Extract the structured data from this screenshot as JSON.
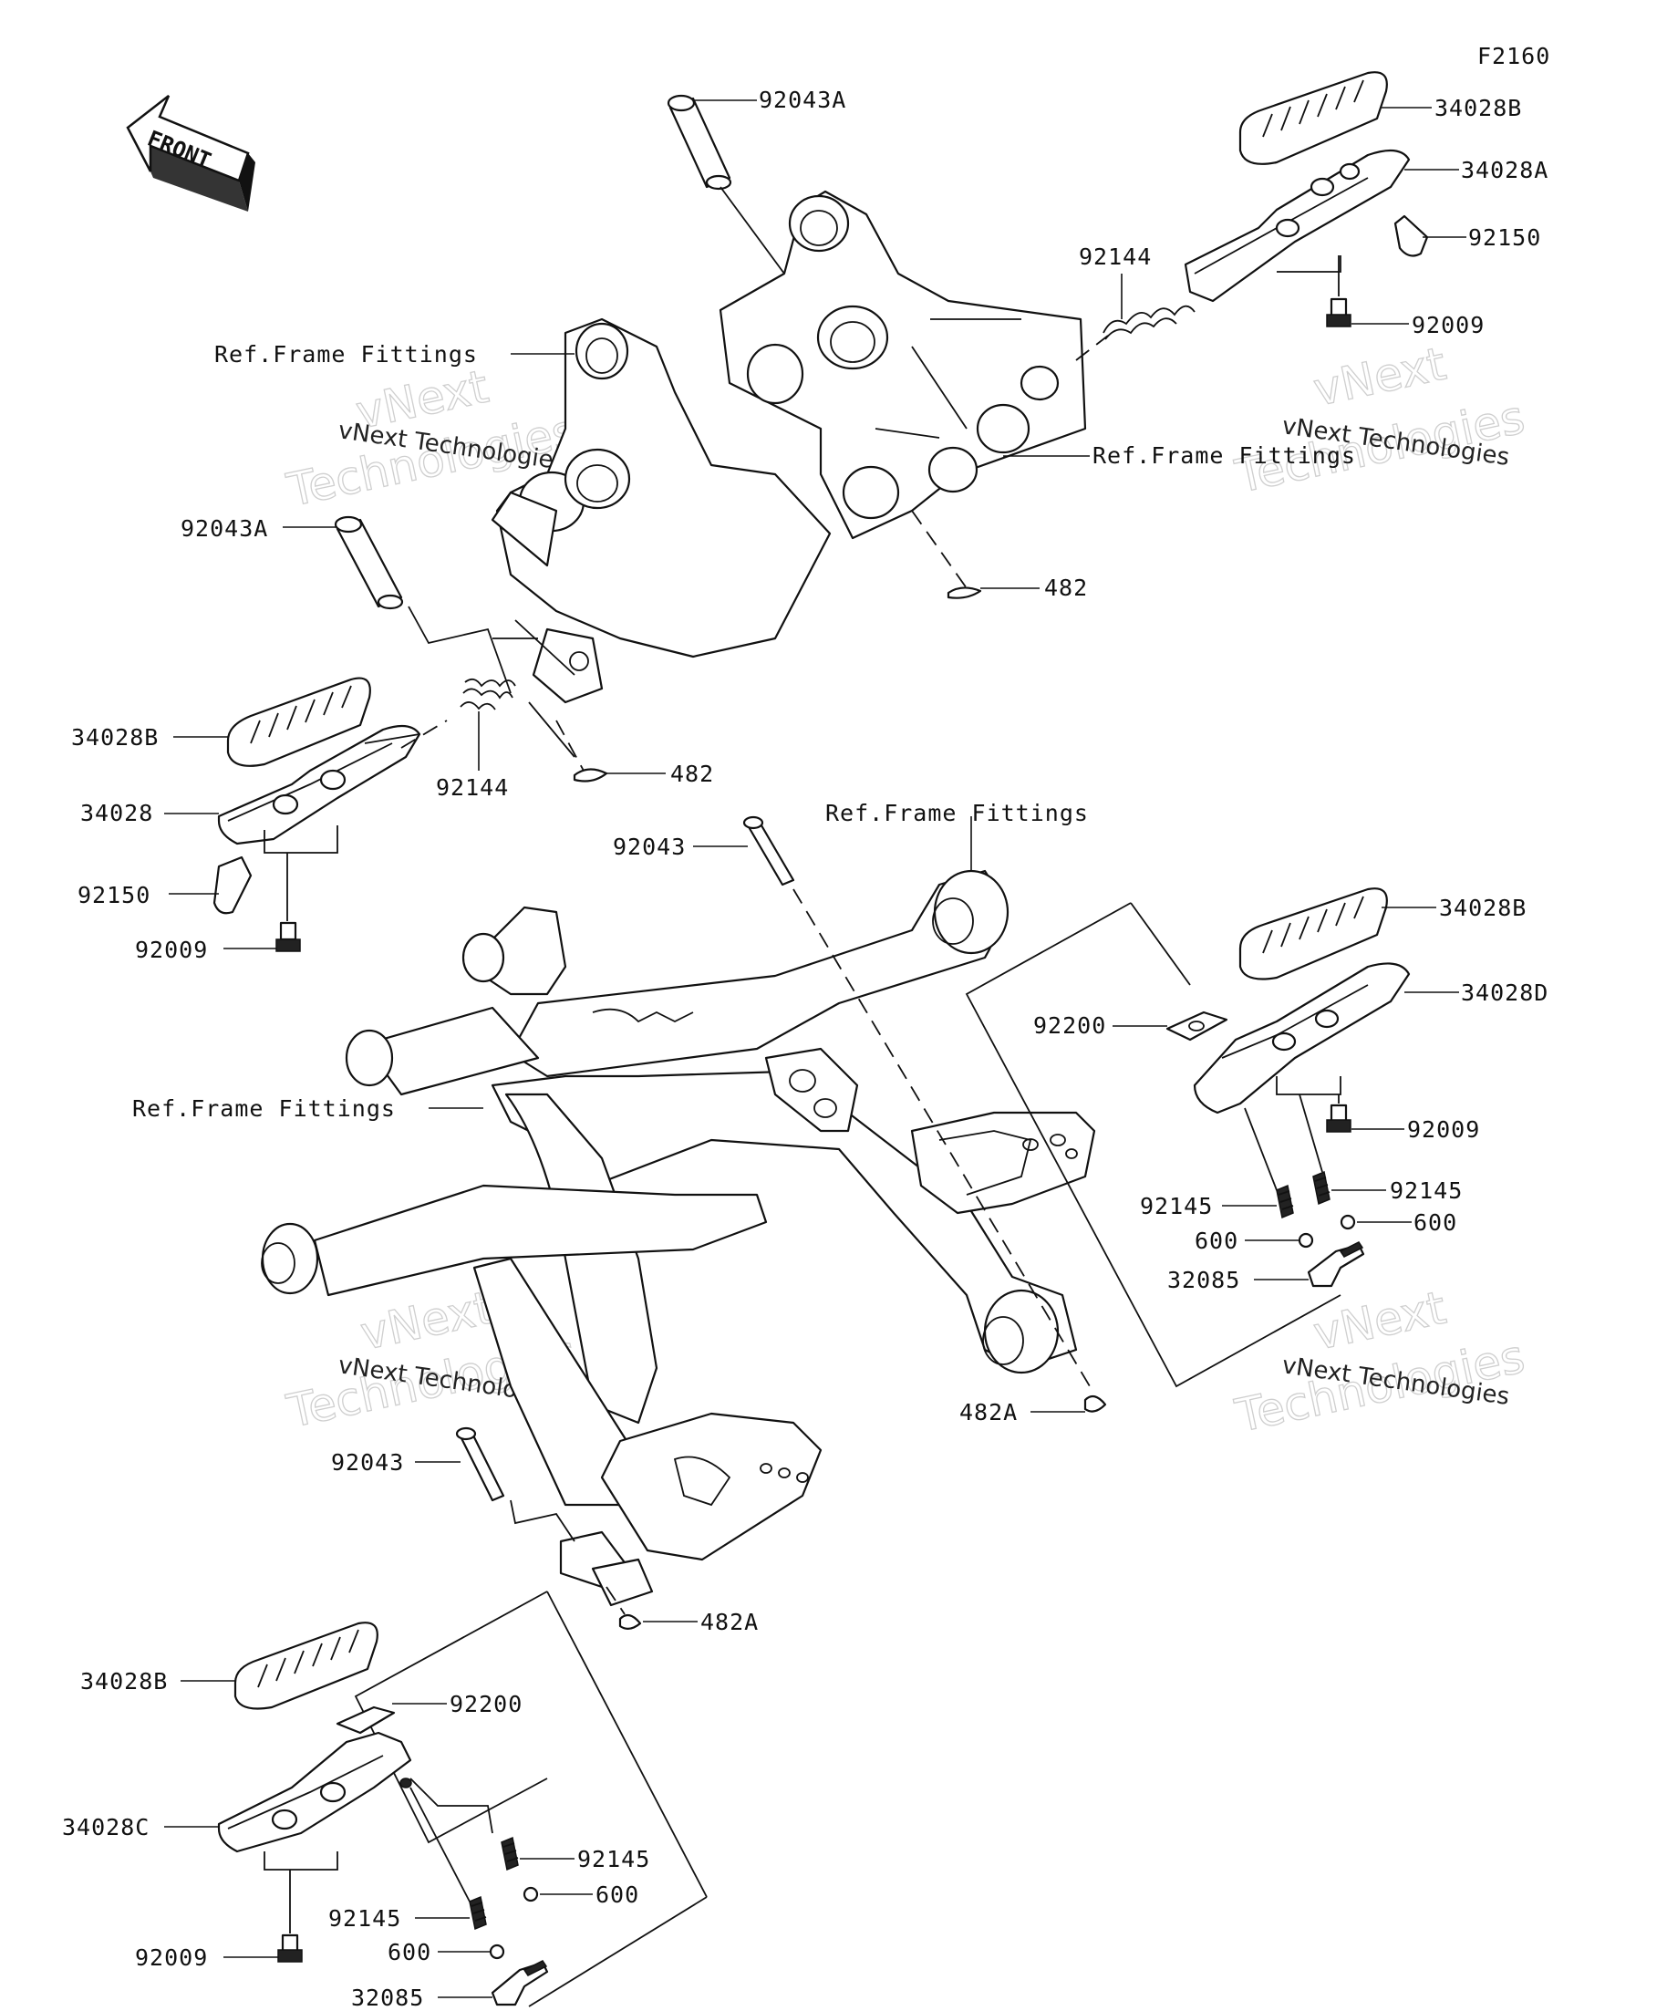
{
  "figure_code": "F2160",
  "front_arrow": "FRONT",
  "labels": {
    "p92043A_top": "92043A",
    "p34028B_tr": "34028B",
    "p34028A": "34028A",
    "p92150_r": "92150",
    "p92144_r": "92144",
    "p92009_tr": "92009",
    "ref_frame_1": "Ref.Frame Fittings",
    "ref_frame_2": "Ref.Frame Fittings",
    "p92043A_left": "92043A",
    "p482_upper": "482",
    "p34028B_l": "34028B",
    "p34028": "34028",
    "p92144_l": "92144",
    "p482_mid": "482",
    "p92150_l": "92150",
    "p92009_l": "92009",
    "p92043_mid": "92043",
    "ref_frame_3": "Ref.Frame Fittings",
    "p34028B_r2": "34028B",
    "p34028D": "34028D",
    "p92200_r": "92200",
    "ref_frame_4": "Ref.Frame Fittings",
    "p92009_r2": "92009",
    "p92145_r1": "92145",
    "p92145_r2": "92145",
    "p600_r1": "600",
    "p600_r2": "600",
    "p32085_r": "32085",
    "p482A_r": "482A",
    "p92043_low": "92043",
    "p482A_low": "482A",
    "p34028B_bl": "34028B",
    "p92200_bl": "92200",
    "p34028C": "34028C",
    "p92145_b1": "92145",
    "p600_b1": "600",
    "p92145_b2": "92145",
    "p600_b2": "600",
    "p92009_bl": "92009",
    "p32085_bl": "32085"
  },
  "watermark": {
    "company": "vNext Technologies",
    "word1": "vNext",
    "word2": "Technologies"
  }
}
